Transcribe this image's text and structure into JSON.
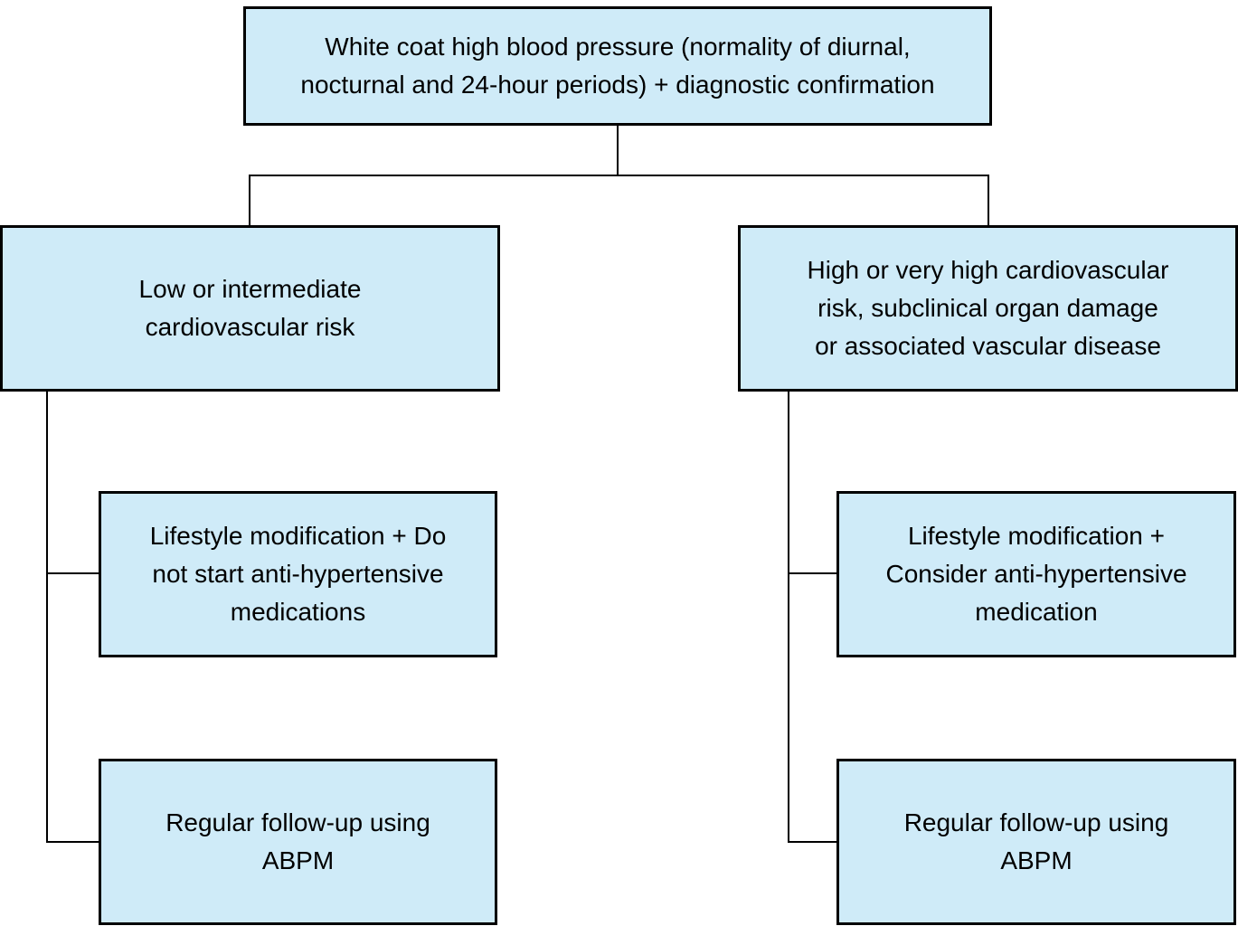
{
  "diagram": {
    "type": "flowchart",
    "topic": "Management of white coat high blood pressure",
    "colors": {
      "node_fill": "#cfebf8",
      "node_border": "#000000",
      "connector": "#000000",
      "background": "#ffffff",
      "text": "#000000"
    },
    "nodes": {
      "root": {
        "text": "White coat high blood pressure (normality of diurnal,\nnocturnal and 24-hour periods) + diagnostic confirmation"
      },
      "left_branch": {
        "text": "Low or intermediate\ncardiovascular risk"
      },
      "right_branch": {
        "text": "High or very high cardiovascular\nrisk, subclinical organ damage\nor associated vascular disease"
      },
      "left_action": {
        "text": "Lifestyle modification + Do\nnot start anti-hypertensive\nmedications"
      },
      "right_action": {
        "text": "Lifestyle modification +\nConsider anti-hypertensive\nmedication"
      },
      "left_followup": {
        "text": "Regular follow-up using\nABPM"
      },
      "right_followup": {
        "text": "Regular follow-up using\nABPM"
      }
    },
    "edges": [
      {
        "from": "root",
        "to": "left_branch"
      },
      {
        "from": "root",
        "to": "right_branch"
      },
      {
        "from": "left_branch",
        "to": "left_action"
      },
      {
        "from": "left_branch",
        "to": "left_followup"
      },
      {
        "from": "right_branch",
        "to": "right_action"
      },
      {
        "from": "right_branch",
        "to": "right_followup"
      }
    ]
  }
}
